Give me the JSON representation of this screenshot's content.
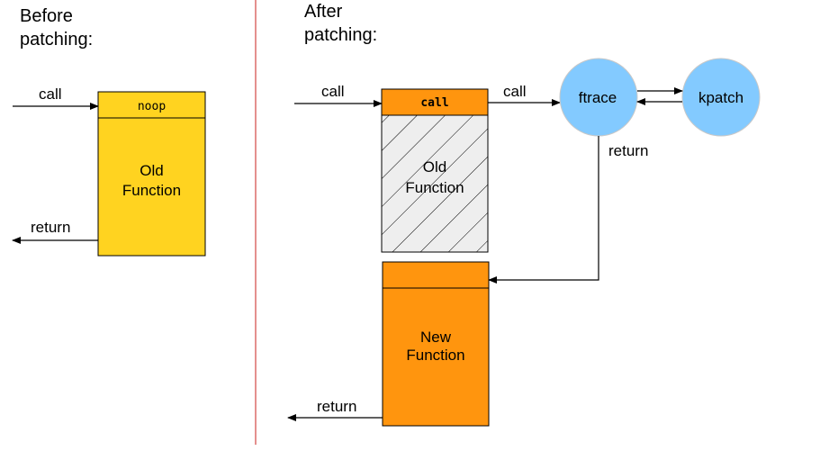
{
  "before": {
    "heading_line1": "Before",
    "heading_line2": "patching:",
    "call_label": "call",
    "return_label": "return",
    "box_header": "noop",
    "box_line1": "Old",
    "box_line2": "Function"
  },
  "after": {
    "heading_line1": "After",
    "heading_line2": "patching:",
    "call_label": "call",
    "call_to_ftrace_label": "call",
    "old_header": "call",
    "old_line1": "Old",
    "old_line2": "Function",
    "ftrace_label": "ftrace",
    "kpatch_label": "kpatch",
    "ftrace_return_label": "return",
    "new_line1": "New",
    "new_line2": "Function",
    "return_label": "return"
  },
  "colors": {
    "old_function_fill": "#ffd320",
    "call_header_fill": "#ff950e",
    "new_function_fill": "#ff950e",
    "hatch_fill": "#eeeeee",
    "node_fill": "#83caff",
    "divider": "#c9211e"
  }
}
